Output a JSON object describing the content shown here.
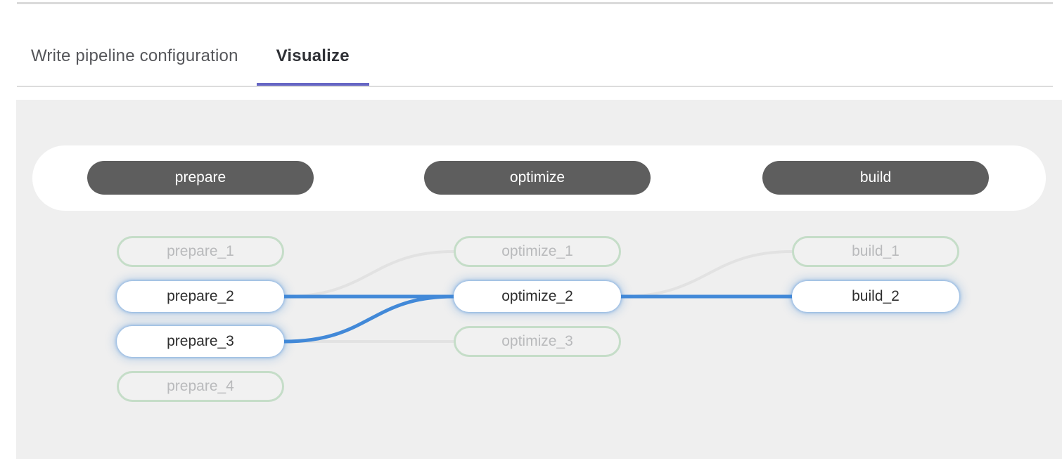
{
  "tabs": [
    {
      "label": "Write pipeline configuration",
      "active": false
    },
    {
      "label": "Visualize",
      "active": true
    }
  ],
  "colors": {
    "accent_purple": "#6666c4",
    "link_active_blue": "#4289d8",
    "link_inactive_gray": "#e2e2e2",
    "node_border_green": "#c5ddc8",
    "stage_pill_gray": "#5e5e5e",
    "canvas_gray": "#efefef"
  },
  "pipeline": {
    "stages": [
      {
        "name": "prepare",
        "jobs": [
          {
            "name": "prepare_1",
            "highlighted": false
          },
          {
            "name": "prepare_2",
            "highlighted": true
          },
          {
            "name": "prepare_3",
            "highlighted": true
          },
          {
            "name": "prepare_4",
            "highlighted": false
          }
        ]
      },
      {
        "name": "optimize",
        "jobs": [
          {
            "name": "optimize_1",
            "highlighted": false
          },
          {
            "name": "optimize_2",
            "highlighted": true
          },
          {
            "name": "optimize_3",
            "highlighted": false
          }
        ]
      },
      {
        "name": "build",
        "jobs": [
          {
            "name": "build_1",
            "highlighted": false
          },
          {
            "name": "build_2",
            "highlighted": true
          }
        ]
      }
    ],
    "links": [
      {
        "from": "prepare_2",
        "to": "optimize_1",
        "highlighted": false
      },
      {
        "from": "prepare_3",
        "to": "optimize_3",
        "highlighted": false
      },
      {
        "from": "optimize_2",
        "to": "build_1",
        "highlighted": false
      },
      {
        "from": "prepare_2",
        "to": "optimize_2",
        "highlighted": true
      },
      {
        "from": "prepare_3",
        "to": "optimize_2",
        "highlighted": true
      },
      {
        "from": "optimize_2",
        "to": "build_2",
        "highlighted": true
      }
    ]
  }
}
